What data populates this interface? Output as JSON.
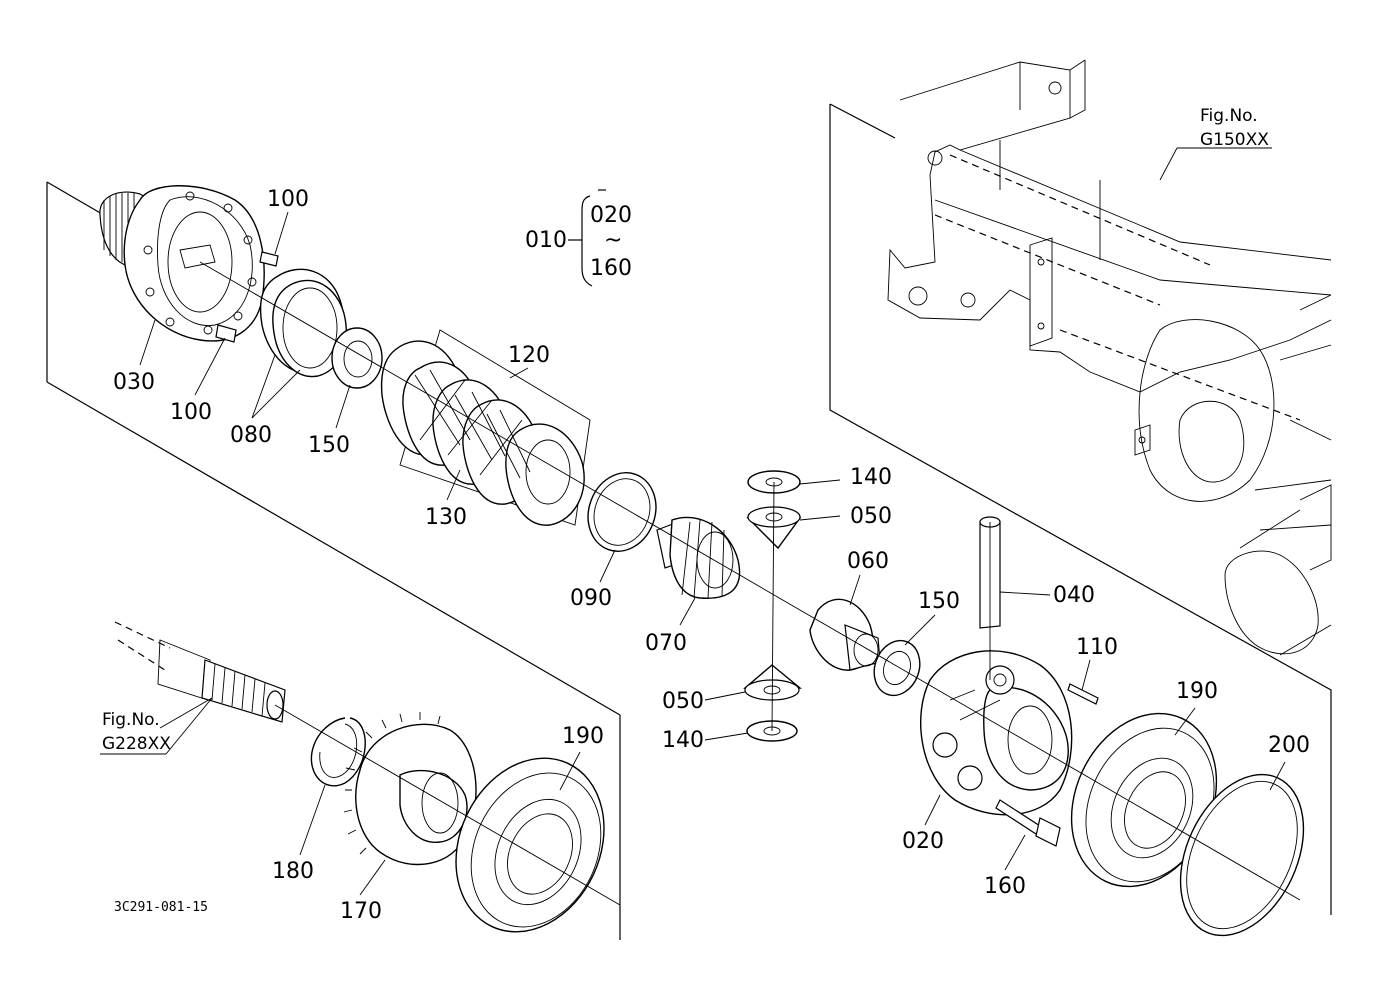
{
  "assembly": {
    "main_ref": "010",
    "range_from": "020",
    "range_tilde": "~",
    "range_to": "160"
  },
  "figure_refs": {
    "housing_prefix": "Fig.No.",
    "housing_code": "G150XX",
    "shaft_prefix": "Fig.No.",
    "shaft_code": "G228XX"
  },
  "drawing_code": "3C291-081-15",
  "callouts": {
    "p100_top": "100",
    "p030": "030",
    "p100_bottom": "100",
    "p080": "080",
    "p150_left": "150",
    "p120": "120",
    "p130": "130",
    "p090": "090",
    "p140_top": "140",
    "p050_top": "050",
    "p070": "070",
    "p060": "060",
    "p040": "040",
    "p150_right": "150",
    "p110": "110",
    "p050_bottom": "050",
    "p140_bottom": "140",
    "p190_right": "190",
    "p200": "200",
    "p020": "020",
    "p160": "160",
    "p180": "180",
    "p170": "170",
    "p190_left": "190"
  }
}
